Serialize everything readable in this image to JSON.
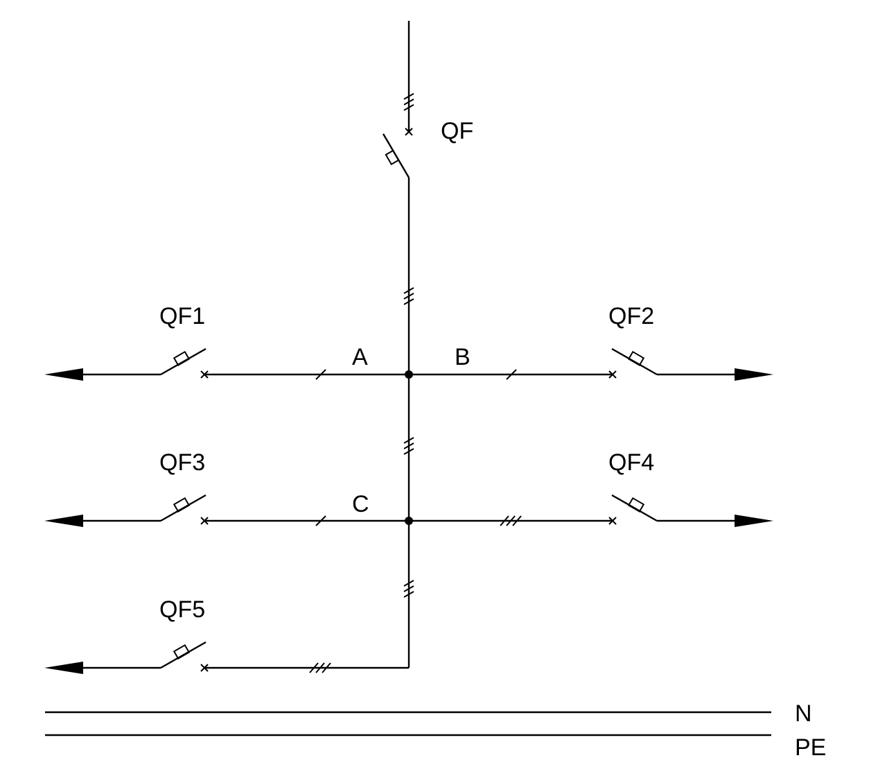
{
  "labels": {
    "main_breaker": "QF",
    "breaker_1": "QF1",
    "breaker_2": "QF2",
    "breaker_3": "QF3",
    "breaker_4": "QF4",
    "breaker_5": "QF5",
    "phase_a": "A",
    "phase_b": "B",
    "phase_c": "C",
    "neutral": "N",
    "protective_earth": "PE"
  },
  "colors": {
    "line": "#000000",
    "background": "#ffffff"
  }
}
